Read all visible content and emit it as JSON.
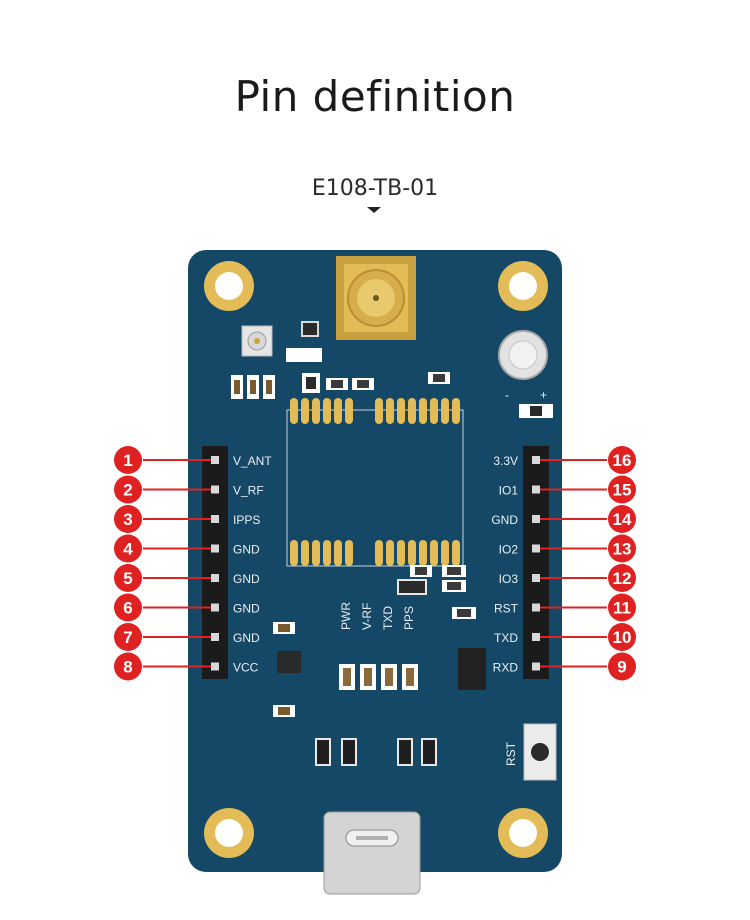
{
  "title": "Pin definition",
  "model": "E108-TB-01",
  "colors": {
    "board": "#154866",
    "pad": "#e3bc57",
    "badge": "#e02121",
    "header": "#1b1b1b"
  },
  "pins_left": [
    {
      "num": "1",
      "label": "V_ANT"
    },
    {
      "num": "2",
      "label": "V_RF"
    },
    {
      "num": "3",
      "label": "IPPS"
    },
    {
      "num": "4",
      "label": "GND"
    },
    {
      "num": "5",
      "label": "GND"
    },
    {
      "num": "6",
      "label": "GND"
    },
    {
      "num": "7",
      "label": "GND"
    },
    {
      "num": "8",
      "label": "VCC"
    }
  ],
  "pins_right": [
    {
      "num": "16",
      "label": "3.3V"
    },
    {
      "num": "15",
      "label": "IO1"
    },
    {
      "num": "14",
      "label": "GND"
    },
    {
      "num": "13",
      "label": "IO2"
    },
    {
      "num": "12",
      "label": "IO3"
    },
    {
      "num": "11",
      "label": "RST"
    },
    {
      "num": "10",
      "label": "TXD"
    },
    {
      "num": "9",
      "label": "RXD"
    }
  ],
  "leds": [
    "PWR",
    "V-RF",
    "TXD",
    "PPS"
  ],
  "rst_label": "RST",
  "battery_minus": "-",
  "battery_plus": "+"
}
